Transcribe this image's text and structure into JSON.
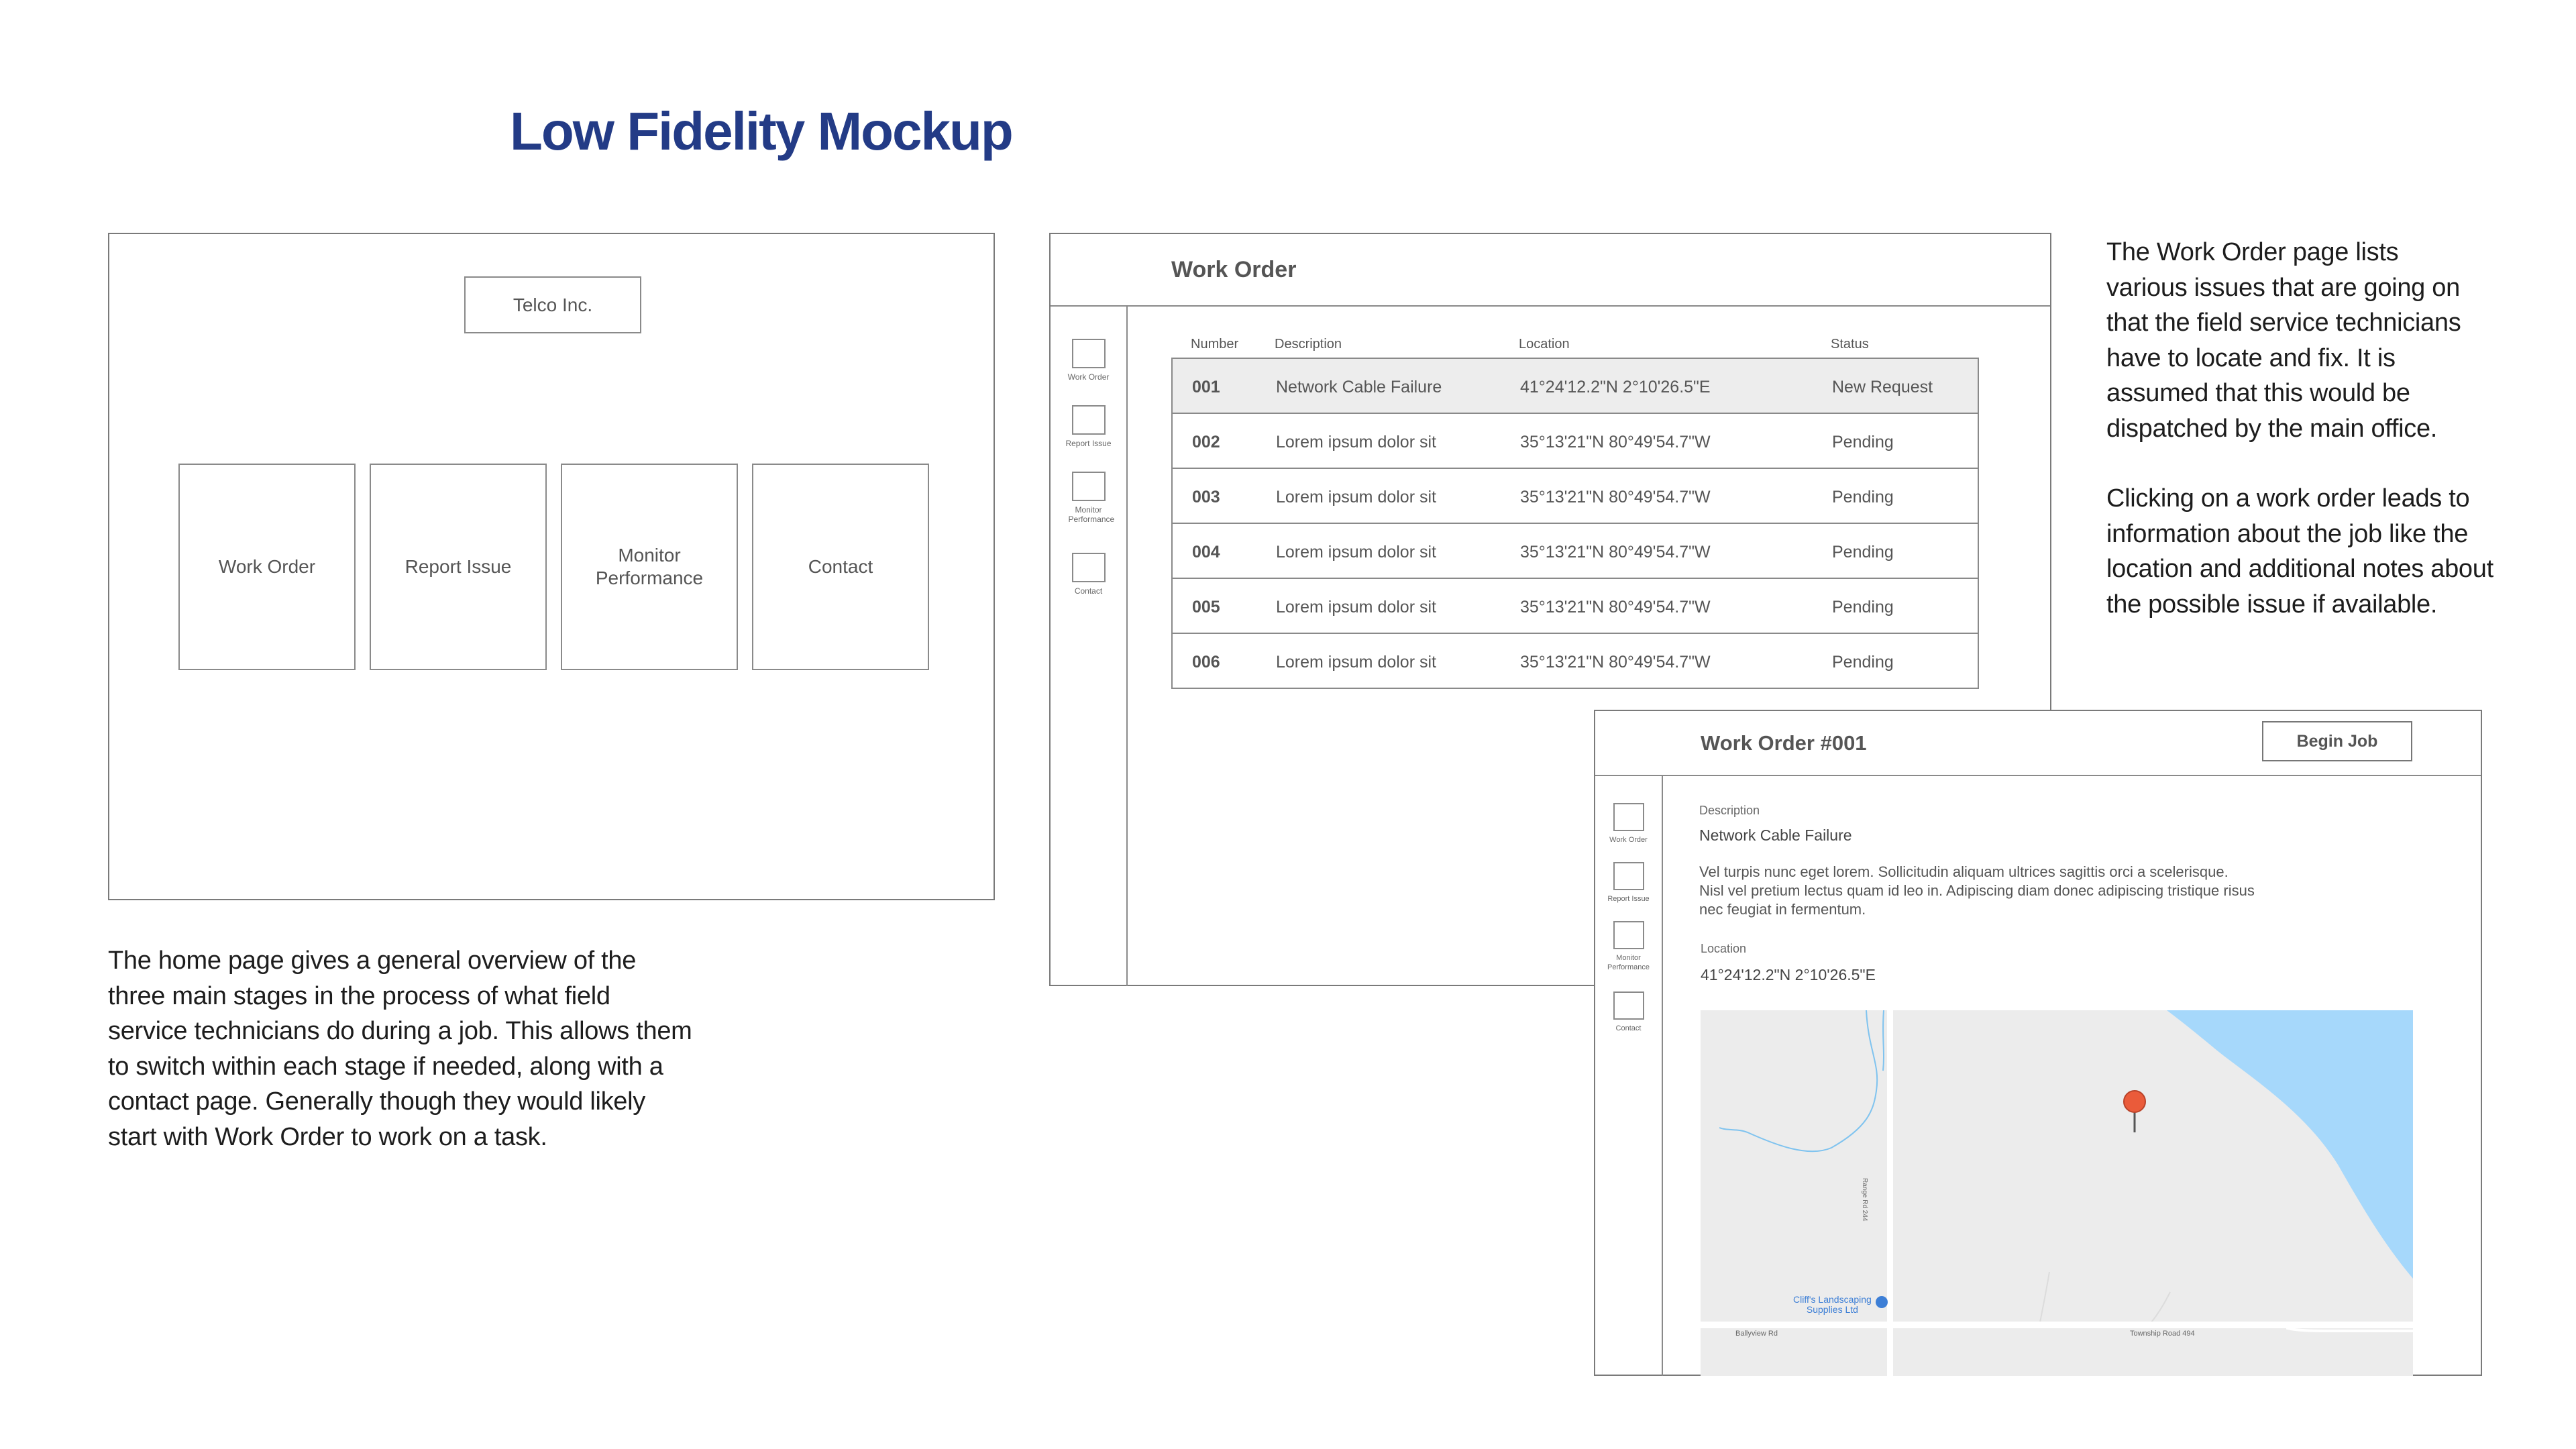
{
  "page_title": "Low Fidelity Mockup",
  "home": {
    "header": "Telco Inc.",
    "cards": [
      "Work Order",
      "Report Issue",
      "Monitor Performance",
      "Contact"
    ],
    "caption_lines": [
      "The home page gives a general overview of the",
      "three main stages in the process of what field",
      "service technicians do during a job. This allows them",
      "to switch within each stage if needed, along with a",
      "contact page. Generally though they would likely",
      "start with Work Order to work on a task."
    ]
  },
  "sidebar": {
    "items": [
      "Work Order",
      "Report Issue",
      "Monitor Performance",
      "Contact"
    ]
  },
  "work_order_list": {
    "title": "Work Order",
    "columns": [
      "Number",
      "Description",
      "Location",
      "Status"
    ],
    "rows": [
      {
        "number": "001",
        "description": "Network Cable Failure",
        "location": "41°24'12.2\"N 2°10'26.5\"E",
        "status": "New Request"
      },
      {
        "number": "002",
        "description": "Lorem ipsum dolor sit",
        "location": "35°13'21\"N 80°49'54.7\"W",
        "status": "Pending"
      },
      {
        "number": "003",
        "description": "Lorem ipsum dolor sit",
        "location": "35°13'21\"N 80°49'54.7\"W",
        "status": "Pending"
      },
      {
        "number": "004",
        "description": "Lorem ipsum dolor sit",
        "location": "35°13'21\"N 80°49'54.7\"W",
        "status": "Pending"
      },
      {
        "number": "005",
        "description": "Lorem ipsum dolor sit",
        "location": "35°13'21\"N 80°49'54.7\"W",
        "status": "Pending"
      },
      {
        "number": "006",
        "description": "Lorem ipsum dolor sit",
        "location": "35°13'21\"N 80°49'54.7\"W",
        "status": "Pending"
      }
    ]
  },
  "work_order_caption": {
    "paragraph1_lines": [
      "The Work Order page lists",
      "various issues that are going on",
      "that the field service technicians",
      "have to locate and fix. It is",
      "assumed that this would be",
      "dispatched by the main office."
    ],
    "paragraph2_lines": [
      "Clicking on a work order leads to",
      "information about the job like the",
      "location and additional notes about",
      "the possible issue if available."
    ]
  },
  "detail": {
    "title": "Work Order #001",
    "begin_job_label": "Begin Job",
    "description_label": "Description",
    "description_value": "Network Cable Failure",
    "notes_lines": [
      "Vel turpis nunc eget lorem. Sollicitudin aliquam ultrices sagittis orci a scelerisque.",
      "Nisl vel pretium lectus quam id leo in. Adipiscing diam donec adipiscing tristique risus",
      "nec feugiat in fermentum."
    ],
    "location_label": "Location",
    "location_value": "41°24'12.2\"N 2°10'26.5\"E"
  },
  "map": {
    "poi_lines": [
      "Cliff's Landscaping",
      "Supplies Ltd"
    ],
    "roads": {
      "left": "Ballyview Rd",
      "right": "Township Road 494",
      "vertical": "Range Rd 244"
    },
    "colors": {
      "land": "#ececec",
      "water": "#a6d8fb",
      "road": "#ffffff",
      "pin": "#ea5b3a"
    }
  }
}
